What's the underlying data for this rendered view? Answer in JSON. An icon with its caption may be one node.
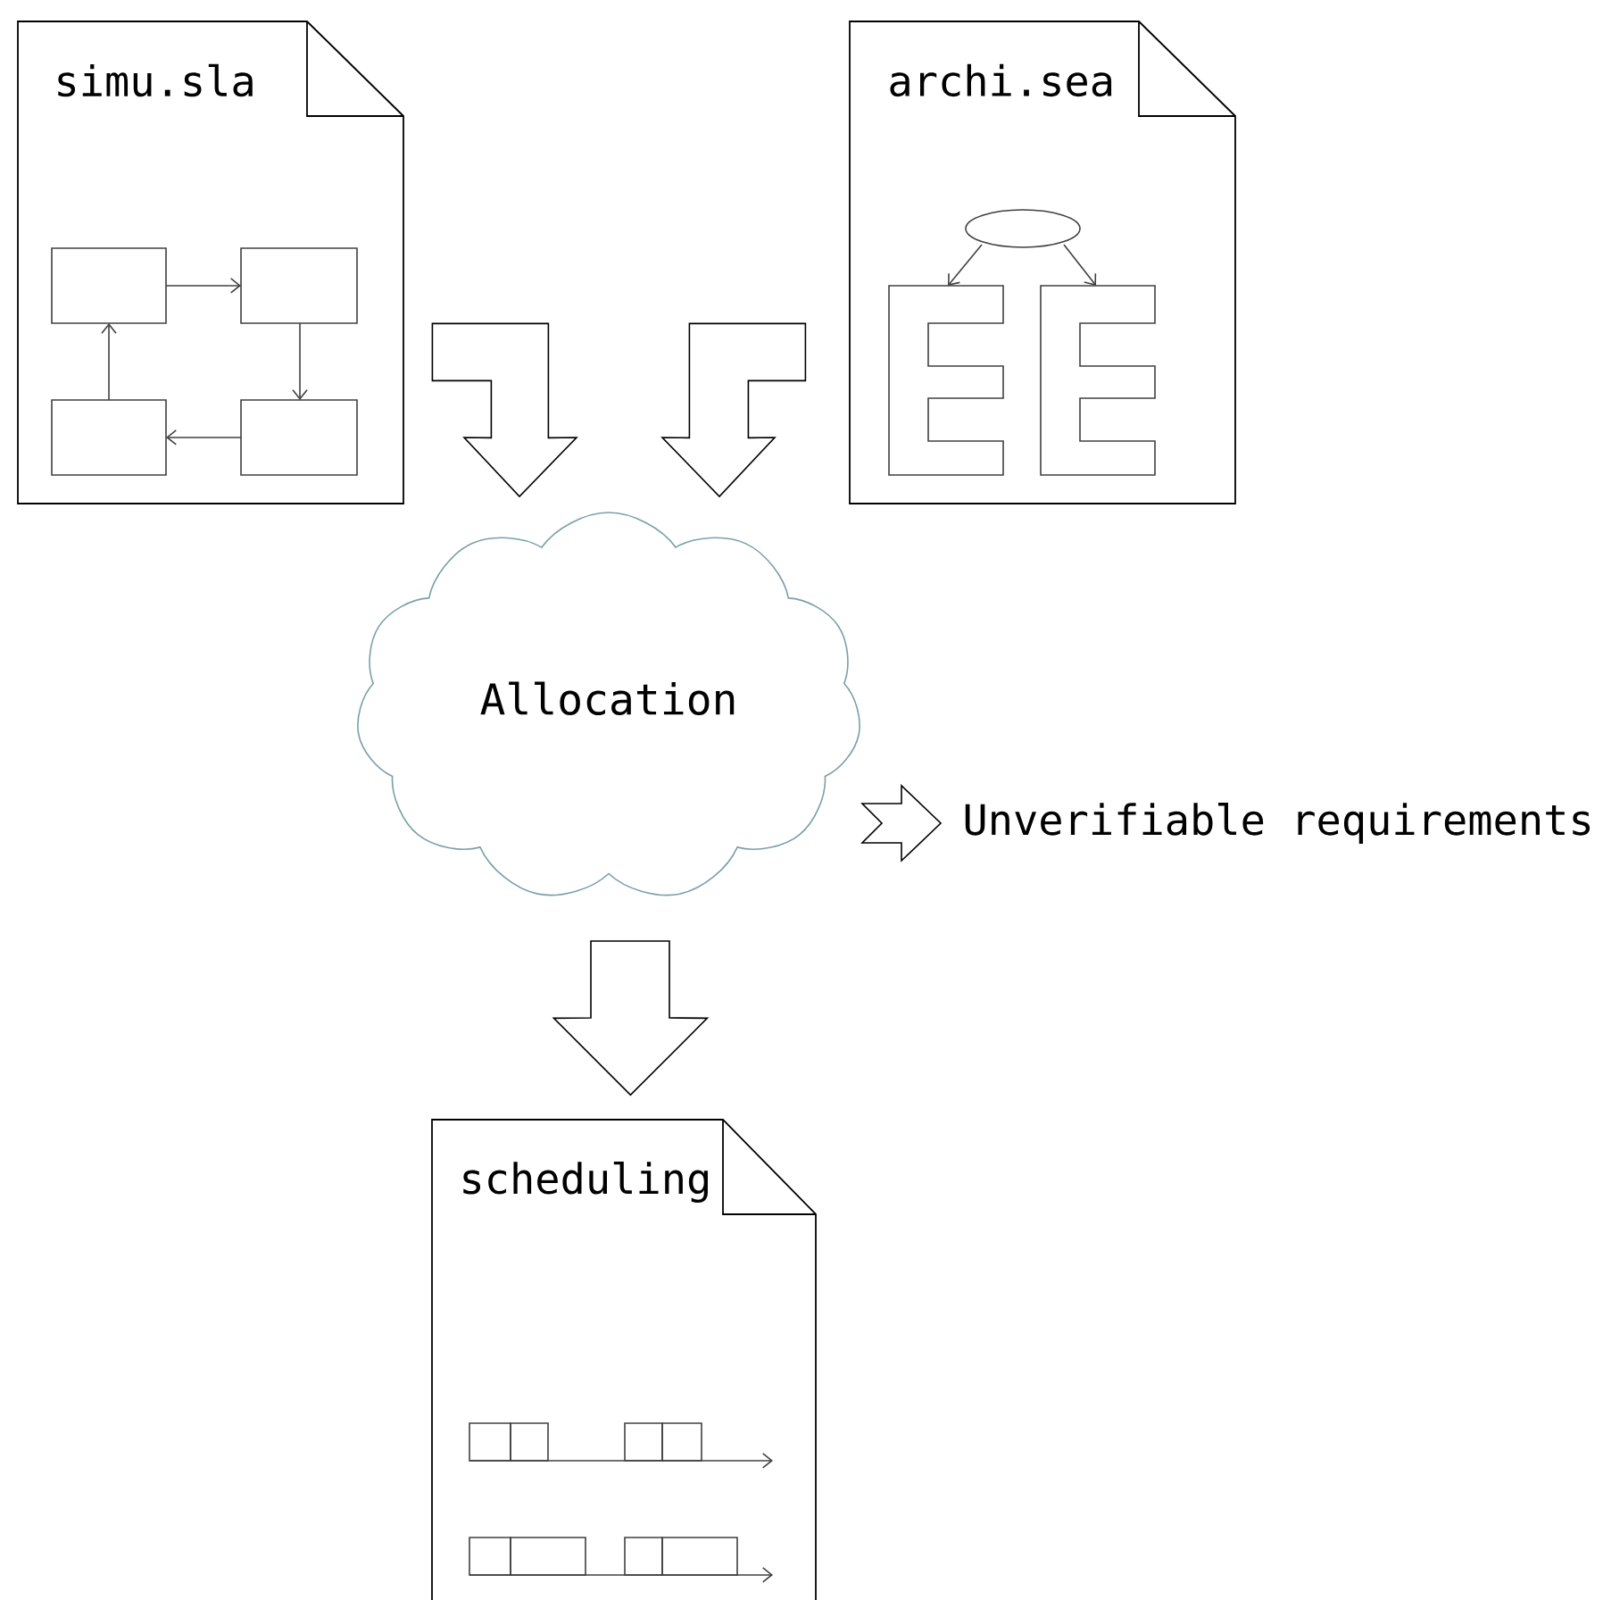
{
  "diagram": {
    "nodes": [
      {
        "text": [
          "simu.sla"
        ]
      },
      {
        "text": [
          "archi.sea"
        ]
      },
      {
        "text": [
          "Allocation"
        ]
      },
      {
        "text": [
          "scheduling"
        ]
      },
      {
        "text": [
          "Unverifiable requirements"
        ]
      }
    ],
    "edges": [
      {
        "from": 0,
        "to": 2,
        "arrow": "to"
      },
      {
        "from": 1,
        "to": 2,
        "arrow": "to"
      },
      {
        "from": 2,
        "to": 3,
        "arrow": "to"
      },
      {
        "from": 2,
        "to": 4,
        "arrow": "to"
      }
    ]
  }
}
